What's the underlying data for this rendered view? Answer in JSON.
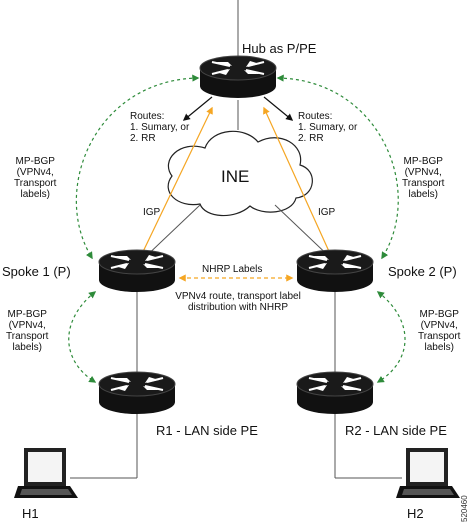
{
  "nodes": {
    "hub": "Hub as P/PE",
    "ine": "INE",
    "spoke1": "Spoke 1 (P)",
    "spoke2": "Spoke 2 (P)",
    "r1": "R1 - LAN side PE",
    "r2": "R2 - LAN side PE",
    "h1": "H1",
    "h2": "H2"
  },
  "annotations": {
    "routes_left": "Routes:\n1. Sumary, or\n2. RR",
    "routes_right": "Routes:\n1. Sumary, or\n2. RR",
    "mpbgp_hub_left": "MP-BGP\n(VPNv4,\nTransport\nlabels)",
    "mpbgp_hub_right": "MP-BGP\n(VPNv4,\nTransport\nlabels)",
    "mpbgp_spoke_left": "MP-BGP\n(VPNv4,\nTransport\nlabels)",
    "mpbgp_spoke_right": "MP-BGP\n(VPNv4,\nTransport\nlabels)",
    "igp_left": "IGP",
    "igp_right": "IGP",
    "nhrp_labels": "NHRP Labels",
    "vpnv4_note": "VPNv4 route, transport label\ndistribution with NHRP",
    "figure_id": "520460"
  },
  "colors": {
    "router_body": "#111111",
    "arrow_orange": "#f5a623",
    "arrow_green": "#2e8b3a",
    "line": "#555555"
  }
}
